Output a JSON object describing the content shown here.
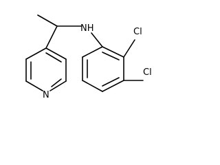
{
  "molecule": {
    "atoms": {
      "amine": "NH",
      "chloro_ortho": "Cl",
      "chloro_meta": "Cl",
      "pyridine_nitrogen": "N"
    },
    "colors": {
      "bond": "#000000",
      "label": "#000000",
      "background": "#ffffff"
    }
  }
}
